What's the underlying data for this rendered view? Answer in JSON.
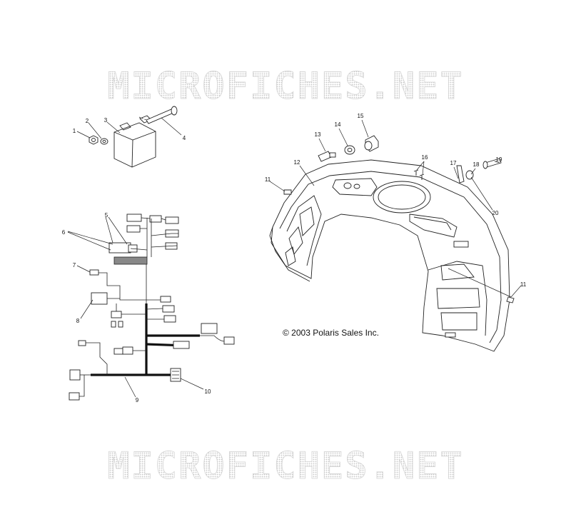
{
  "watermark": {
    "text": "MICROFICHES.NET"
  },
  "copyright": "© 2003 Polaris Sales Inc.",
  "callouts": [
    "1",
    "2",
    "3",
    "4",
    "5",
    "6",
    "7",
    "8",
    "9",
    "10",
    "11",
    "12",
    "13",
    "14",
    "15",
    "16",
    "17",
    "18",
    "19",
    "20",
    "11"
  ]
}
